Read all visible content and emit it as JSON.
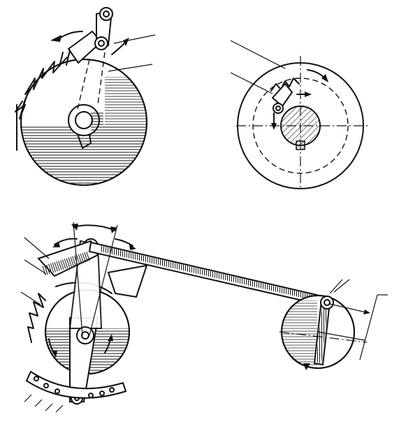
{
  "figure": {
    "panels": [
      {
        "id": "pawl-ratchet-external",
        "description_icon": "ratchet-wheel-with-pawl"
      },
      {
        "id": "pawl-ratchet-internal",
        "description_icon": "internal-ratchet-wheel"
      },
      {
        "id": "ratchet-linkage-drive",
        "description_icon": "crank-rocker-ratchet-drive"
      }
    ],
    "colors": {
      "ink": "#111111",
      "paper": "#ffffff"
    }
  }
}
